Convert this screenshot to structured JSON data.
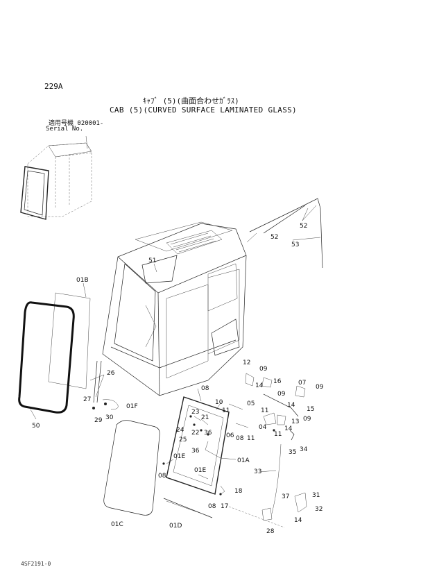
{
  "header": {
    "page_number": "229A",
    "title_jp": "ｷｬﾌﾞ (5)(曲面合わせｶﾞﾗｽ)",
    "title_en": "CAB (5)(CURVED SURFACE LAMINATED GLASS)",
    "serial_label_jp": "適用号機  020001-",
    "serial_label_en": "Serial No."
  },
  "footer": {
    "code": "4SF2191-0"
  },
  "callouts": {
    "c01A": "01A",
    "c01B": "01B",
    "c01C": "01C",
    "c01D": "01D",
    "c01E_a": "01E",
    "c01E_b": "01E",
    "c01F": "01F",
    "c04": "04",
    "c05": "05",
    "c06": "06",
    "c07": "07",
    "c08_a": "08",
    "c08_b": "08",
    "c08_c": "08",
    "c08_d": "08",
    "c09_a": "09",
    "c09_b": "09",
    "c09_c": "09",
    "c09_d": "09",
    "c10": "10",
    "c11_a": "11",
    "c11_b": "11",
    "c11_c": "11",
    "c11_d": "11",
    "c12": "12",
    "c13": "13",
    "c14_a": "14",
    "c14_b": "14",
    "c14_c": "14",
    "c14_d": "14",
    "c15": "15",
    "c16": "16",
    "c17": "17",
    "c18": "18",
    "c21": "21",
    "c22": "22",
    "c23": "23",
    "c24": "24",
    "c25": "25",
    "c26": "26",
    "c27": "27",
    "c28": "28",
    "c29": "29",
    "c30": "30",
    "c31": "31",
    "c32": "32",
    "c33": "33",
    "c34": "34",
    "c35": "35",
    "c36_a": "36",
    "c36_b": "36",
    "c37": "37",
    "c50": "50",
    "c51": "51",
    "c52_a": "52",
    "c52_b": "52",
    "c53": "53"
  }
}
